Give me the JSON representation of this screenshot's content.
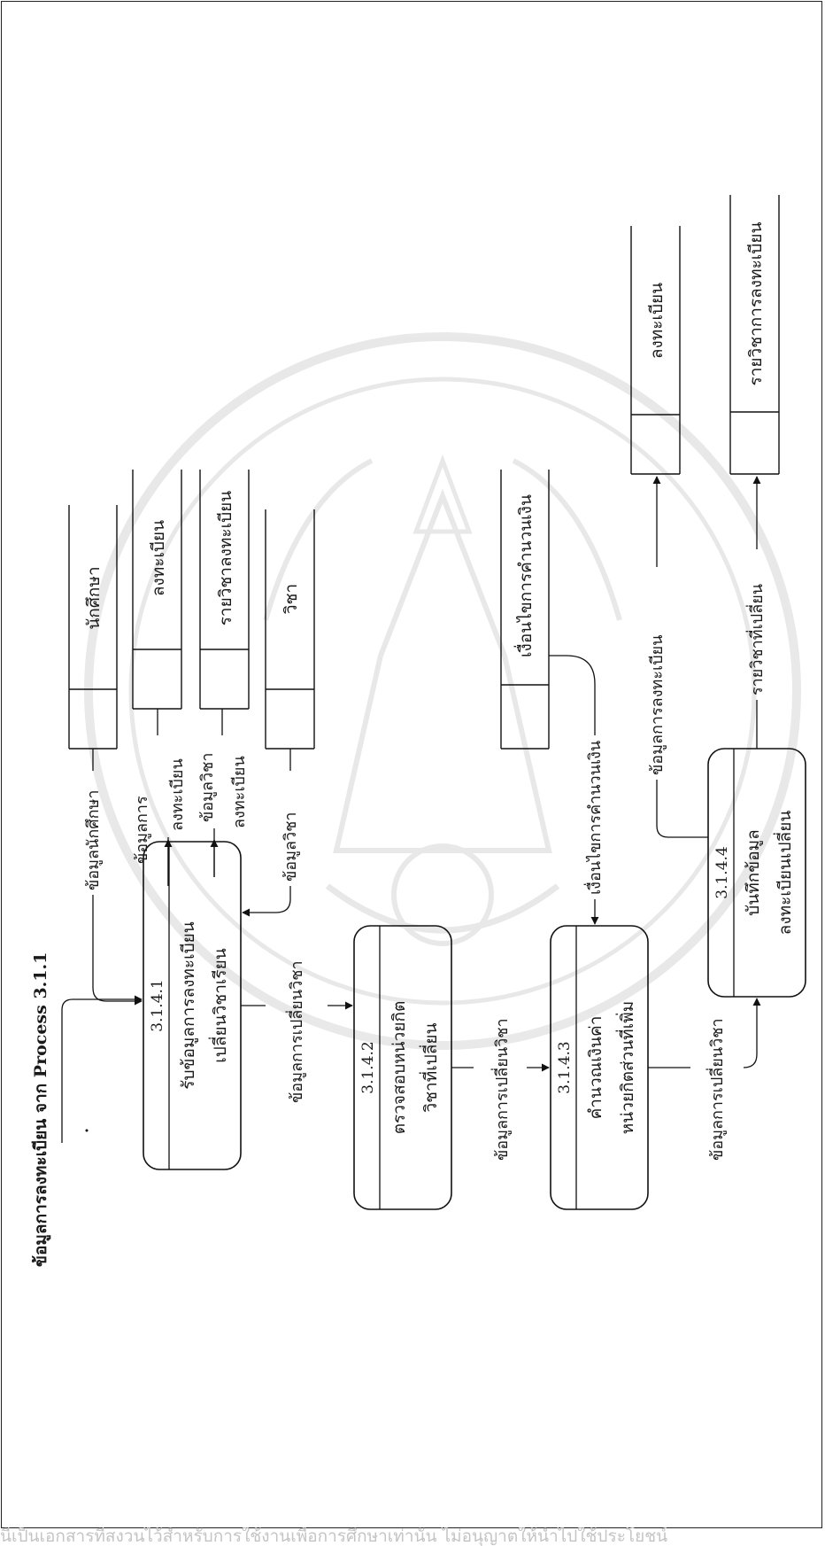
{
  "diagram": {
    "title": "ข้อมูลการลงทะเบียน จาก Process 3.1.1",
    "processes": [
      {
        "number": "3.1.4.1",
        "line1": "รับข้อมูลการลงทะเบียน",
        "line2": "เปลี่ยนวิชาเรียน"
      },
      {
        "number": "3.1.4.2",
        "line1": "ตรวจสอบหน่วยกิต",
        "line2": "วิชาที่เปลี่ยน"
      },
      {
        "number": "3.1.4.3",
        "line1": "คำนวณเงินค่า",
        "line2": "หน่วยกิตส่วนที่เพิ่ม"
      },
      {
        "number": "3.1.4.4",
        "line1": "บันทึกข้อมูล",
        "line2": "ลงทะเบียนเปลี่ยน"
      }
    ],
    "stores": {
      "student": "นักศึกษา",
      "registration_top": "ลงทะเบียน",
      "course_registration_top": "รายวิชาลงทะเบียน",
      "course": "วิชา",
      "payment_condition": "เงื่อนไขการคำนวนเงิน",
      "registration_out": "ลงทะเบียน",
      "course_registration_out": "รายวิชาการลงทะเบียน"
    },
    "flows": {
      "student_data": "ข้อมูลนักศึกษา",
      "registration_data_1": "ข้อมูลการ",
      "registration_data_2": "ลงทะเบียน",
      "course_reg_data_1": "ข้อมูลวิชา",
      "course_reg_data_2": "ลงทะเบียน",
      "course_data": "ข้อมูลวิชา",
      "change_course_1": "ข้อมูลการเปลี่ยนวิชา",
      "change_course_2": "ข้อมูลการเปลี่ยนวิชา",
      "change_course_3": "ข้อมูลการเปลี่ยนวิชา",
      "payment_condition": "เงื่อนไขการคำนวนเงิน",
      "registration_write": "ข้อมูลการลงทะเบียน",
      "changed_courses": "รายวิชาที่เปลี่ยน"
    }
  },
  "footer": {
    "notice": "นี้เป็นเอกสารที่สงวนไว้สำหรับการใช้งานเพื่อการศึกษาเท่านั้น ไม่อนุญาตให้นำไปใช้ประโยชน์"
  }
}
